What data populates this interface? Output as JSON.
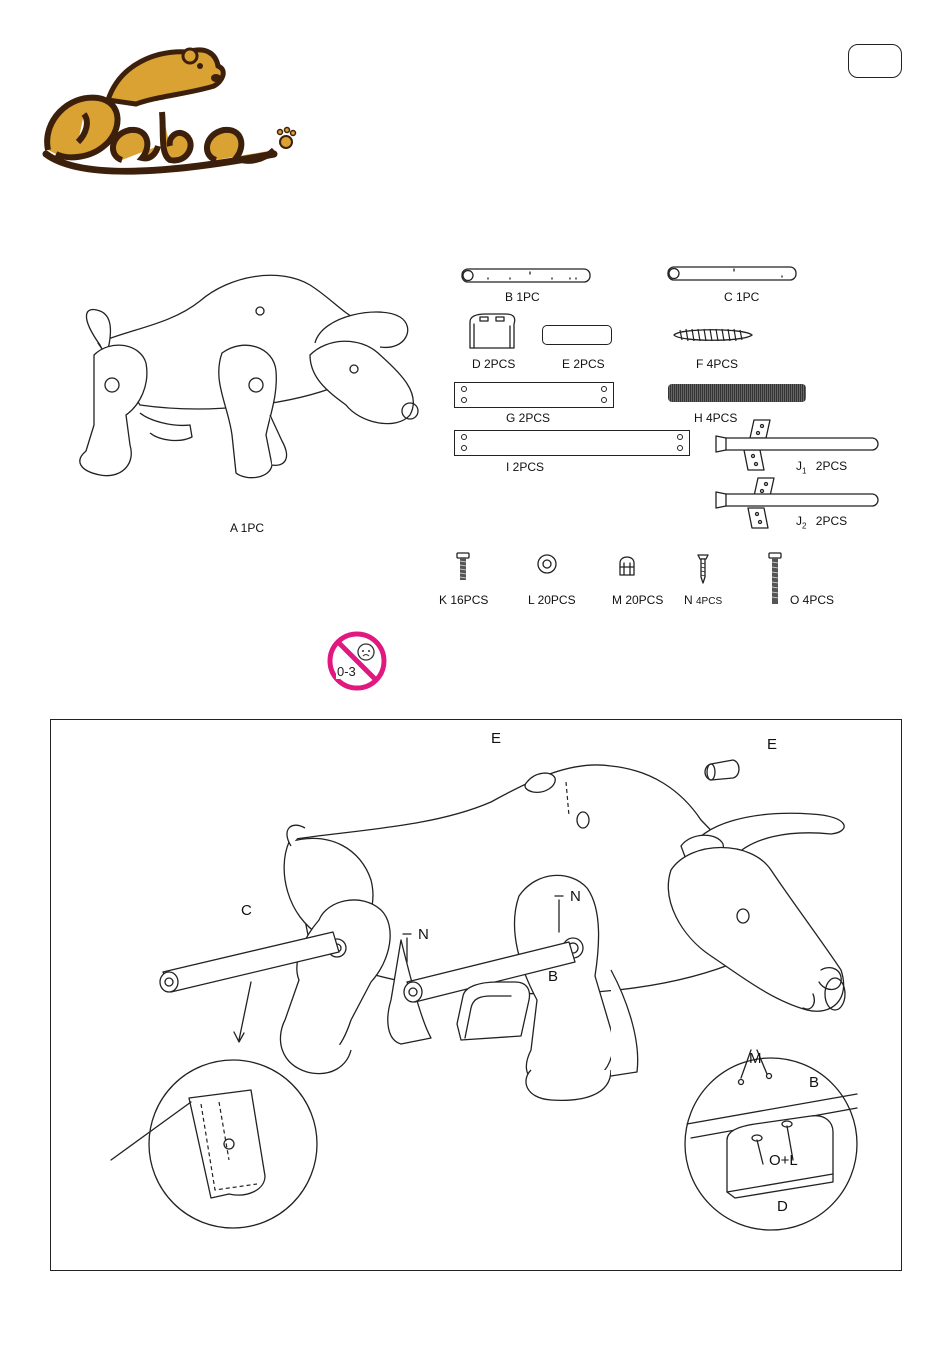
{
  "page_badge": "",
  "parts": {
    "A": "A 1PC",
    "B": "B 1PC",
    "C": "C 1PC",
    "D": "D 2PCS",
    "E": "E 2PCS",
    "F": "F 4PCS",
    "G": "G 2PCS",
    "H": "H 4PCS",
    "I": "I 2PCS",
    "J1_letter": "J",
    "J1_sub": "1",
    "J1_qty": "2PCS",
    "J2_letter": "J",
    "J2_sub": "2",
    "J2_qty": "2PCS",
    "K": "K 16PCS",
    "L": "L 20PCS",
    "M": "M 20PCS",
    "N_letter": "N ",
    "N_qty": "4PCS",
    "O": "O 4PCS"
  },
  "age_warning": {
    "text": "0-3",
    "color": "#e0187f"
  },
  "assembly": {
    "label_E1": "E",
    "label_E2": "E",
    "label_C": "C",
    "label_N1": "N",
    "label_N2": "N",
    "label_B": "B",
    "label_M": "M",
    "label_B_detail": "B",
    "label_OL": "O+L",
    "label_D": "D"
  },
  "colors": {
    "logo_fill": "#d9a233",
    "logo_outline": "#3d200c",
    "line": "#222222"
  }
}
